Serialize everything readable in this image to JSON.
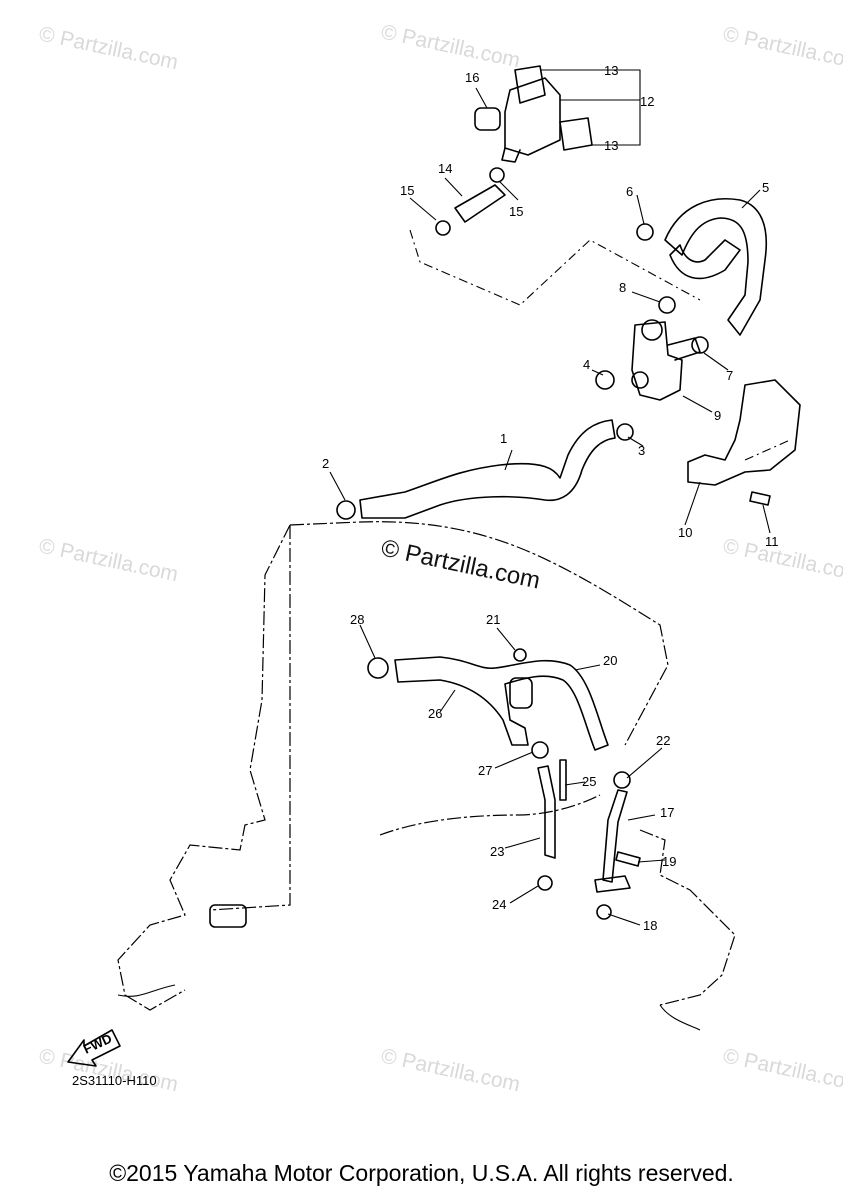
{
  "watermark": {
    "text": "© Partzilla.com",
    "center_text": "© Partzilla.com"
  },
  "callouts": [
    "1",
    "2",
    "3",
    "4",
    "5",
    "6",
    "7",
    "8",
    "9",
    "10",
    "11",
    "12",
    "13",
    "13",
    "14",
    "15",
    "15",
    "16",
    "17",
    "18",
    "19",
    "20",
    "21",
    "22",
    "23",
    "24",
    "25",
    "26",
    "27",
    "28"
  ],
  "fwd_label": "FWD",
  "diagram_code": "2S31110-H110",
  "copyright": "©2015 Yamaha Motor Corporation, U.S.A. All rights reserved."
}
